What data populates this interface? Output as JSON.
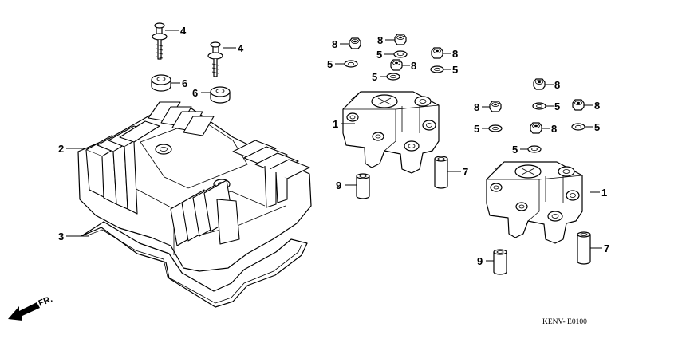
{
  "callouts": {
    "bolt_a": "4",
    "bolt_b": "4",
    "grommet_a": "6",
    "grommet_b": "6",
    "cover": "2",
    "gasket": "3",
    "holder_a": "1",
    "holder_b": "1",
    "collar_a": "9",
    "collar_b": "9",
    "pin_a": "7",
    "pin_b": "7",
    "nut_a1": "8",
    "nut_a2": "8",
    "nut_a3": "8",
    "nut_a4": "8",
    "washer_a1": "5",
    "washer_a2": "5",
    "washer_a3": "5",
    "washer_a4": "5",
    "nut_b1": "8",
    "nut_b2": "8",
    "nut_b3": "8",
    "nut_b4": "8",
    "washer_b1": "5",
    "washer_b2": "5",
    "washer_b3": "5",
    "washer_b4": "5"
  },
  "direction_label": "FR.",
  "diagram_code": "KENV- E0100",
  "colors": {
    "ink": "#000000",
    "paper": "#ffffff"
  }
}
